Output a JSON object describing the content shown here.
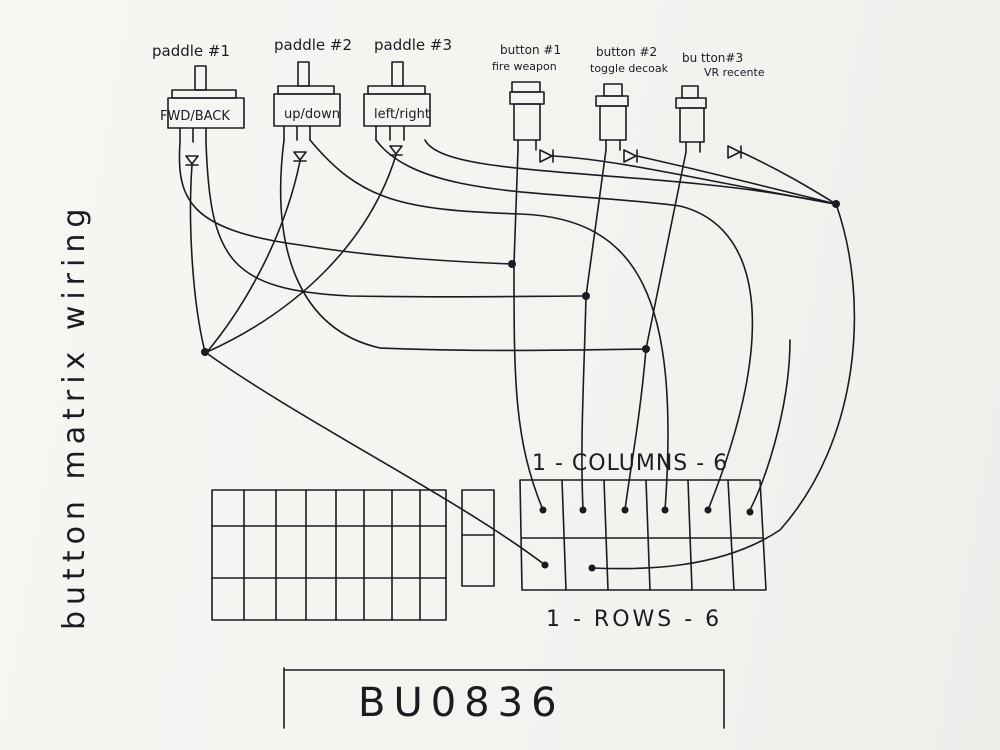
{
  "title": "button matrix wiring",
  "paddles": [
    {
      "name": "paddle #1",
      "function": "FWD/BACK"
    },
    {
      "name": "paddle #2",
      "function": "up/down"
    },
    {
      "name": "paddle #3",
      "function": "left/right"
    }
  ],
  "buttons": [
    {
      "name": "button #1",
      "function": "fire weapon"
    },
    {
      "name": "button #2",
      "function": "toggle decoak"
    },
    {
      "name": "bu tton#3",
      "function": "VR recente"
    }
  ],
  "columns_label": "1 - COLUMNS - 6",
  "rows_label": "1 - ROWS - 6",
  "board_label": "BU0836",
  "ink_color": "#1b1b22",
  "paper_color": "#f4f4f1"
}
